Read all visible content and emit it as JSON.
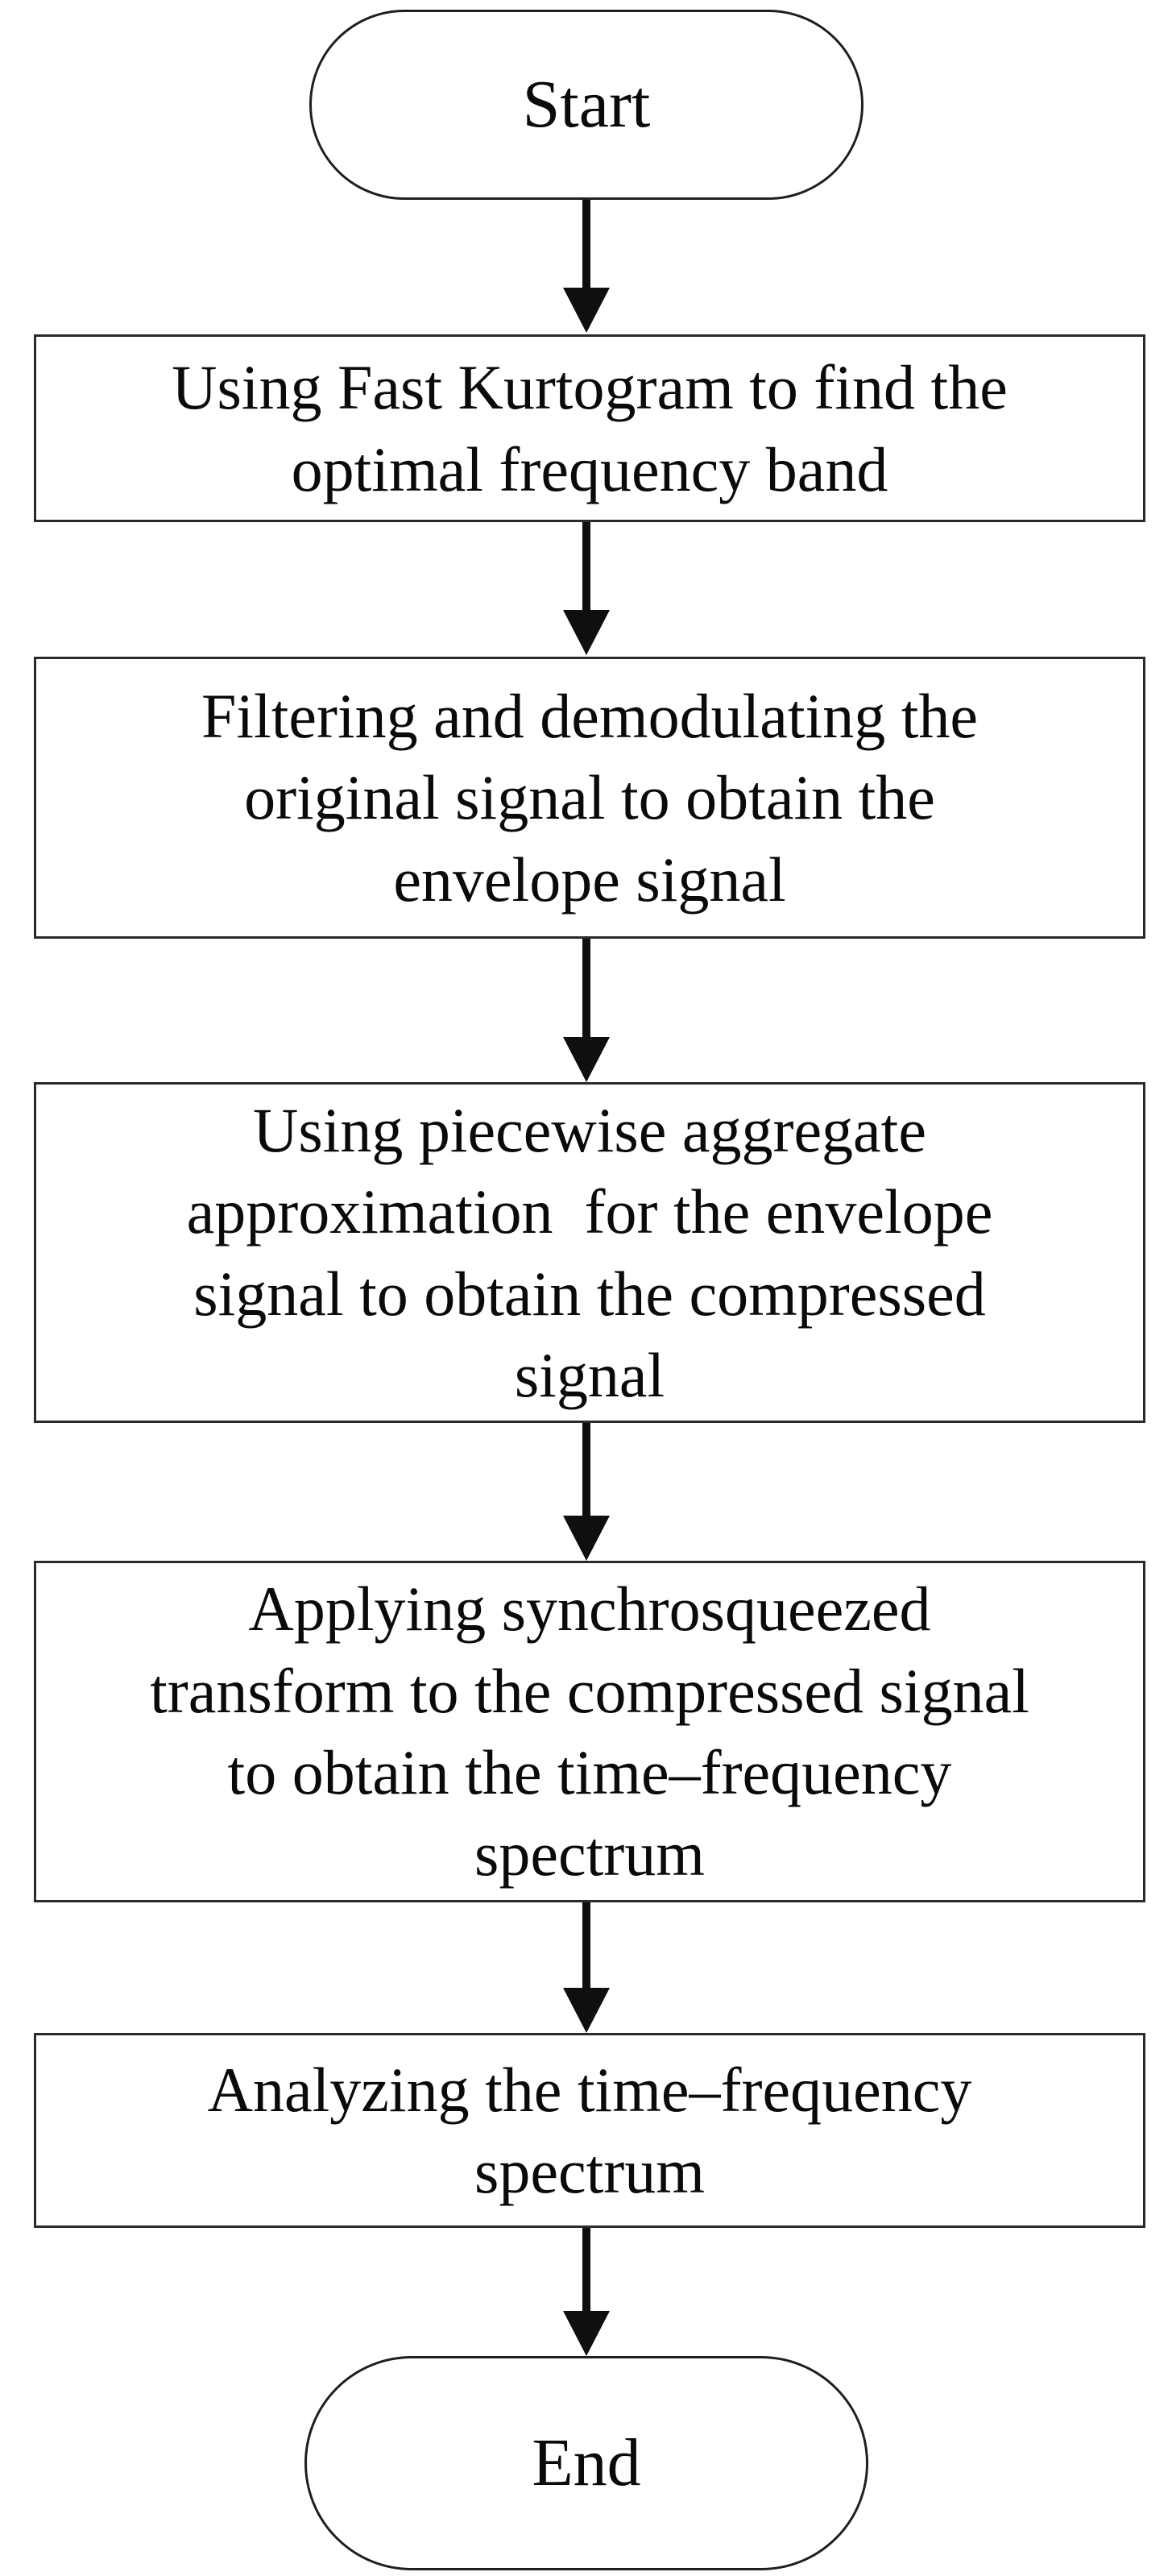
{
  "diagram": {
    "type": "flowchart",
    "background_color": "#ffffff",
    "stroke_color": "#1f1f1f",
    "text_color": "#0a0a0a",
    "nodes": [
      {
        "id": "start",
        "shape": "terminator",
        "label": "Start"
      },
      {
        "id": "step1",
        "shape": "process",
        "label": "Using Fast Kurtogram to find the\noptimal frequency band"
      },
      {
        "id": "step2",
        "shape": "process",
        "label": "Filtering and demodulating the\noriginal signal to obtain the\nenvelope signal"
      },
      {
        "id": "step3",
        "shape": "process",
        "label": "Using piecewise aggregate\napproximation  for the envelope\nsignal to obtain the compressed\nsignal"
      },
      {
        "id": "step4",
        "shape": "process",
        "label": "Applying synchrosqueezed\ntransform to the compressed signal\nto obtain the time–frequency\nspectrum"
      },
      {
        "id": "step5",
        "shape": "process",
        "label": "Analyzing the time–frequency\nspectrum"
      },
      {
        "id": "end",
        "shape": "terminator",
        "label": "End"
      }
    ],
    "edges": [
      {
        "from": "start",
        "to": "step1",
        "style": "arrow-down"
      },
      {
        "from": "step1",
        "to": "step2",
        "style": "arrow-down"
      },
      {
        "from": "step2",
        "to": "step3",
        "style": "arrow-down"
      },
      {
        "from": "step3",
        "to": "step4",
        "style": "arrow-down"
      },
      {
        "from": "step4",
        "to": "step5",
        "style": "arrow-down"
      },
      {
        "from": "step5",
        "to": "end",
        "style": "arrow-down"
      }
    ]
  }
}
